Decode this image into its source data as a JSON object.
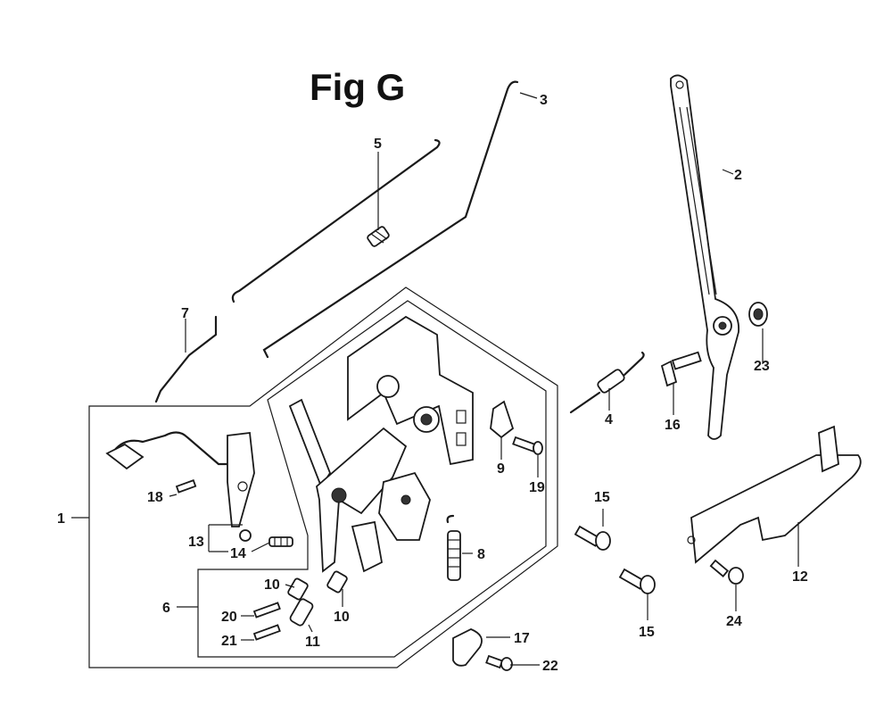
{
  "title": "Fig G",
  "part_labels": [
    "1",
    "2",
    "3",
    "4",
    "5",
    "6",
    "7",
    "8",
    "9",
    "10",
    "10",
    "11",
    "12",
    "13",
    "14",
    "15",
    "15",
    "16",
    "17",
    "18",
    "19",
    "20",
    "21",
    "22",
    "23",
    "24"
  ]
}
